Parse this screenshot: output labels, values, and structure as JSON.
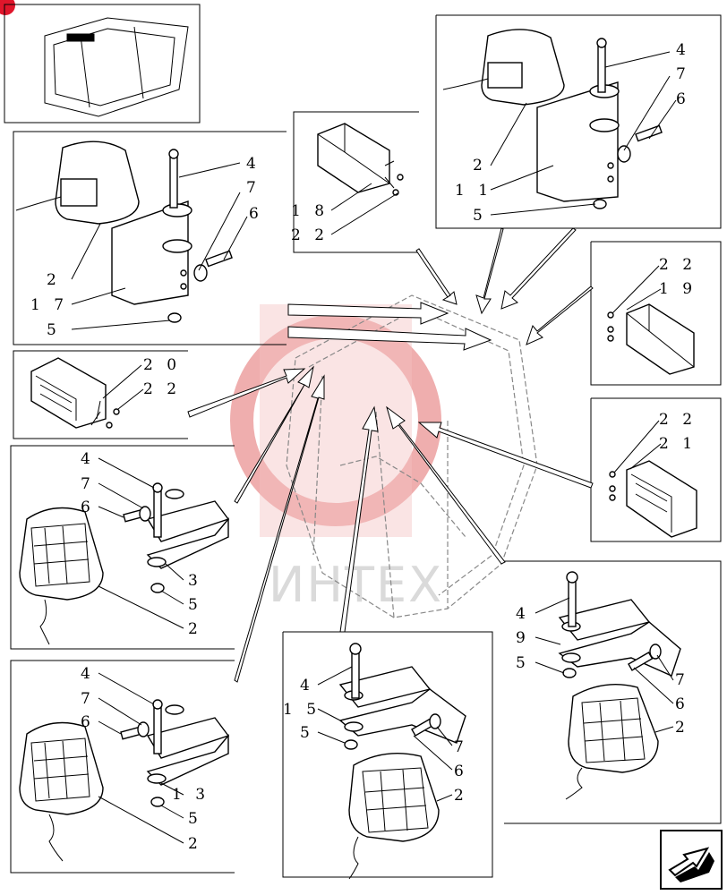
{
  "watermark": {
    "text": "ИНТЕХ",
    "color": "#e8a0a0"
  },
  "callouts": {
    "p17": [
      "4",
      "7",
      "6",
      "2",
      "1 7",
      "5"
    ],
    "p18": [
      "1 8",
      "2 2"
    ],
    "p11": [
      "4",
      "7",
      "6",
      "2",
      "1 1",
      "5"
    ],
    "p20": [
      "2 0",
      "2 2"
    ],
    "p19": [
      "2 2",
      "1 9"
    ],
    "p21": [
      "2 2",
      "2 1"
    ],
    "p3": [
      "4",
      "7",
      "6",
      "3",
      "5",
      "2"
    ],
    "p13": [
      "4",
      "7",
      "6",
      "1 3",
      "5",
      "2"
    ],
    "p15": [
      "4",
      "1 5",
      "5",
      "7",
      "6",
      "2"
    ],
    "p9": [
      "4",
      "9",
      "5",
      "7",
      "6",
      "2"
    ]
  },
  "icons": {
    "corner_badge": "corner-badge-icon",
    "nav": "next-page-arrow-icon"
  }
}
